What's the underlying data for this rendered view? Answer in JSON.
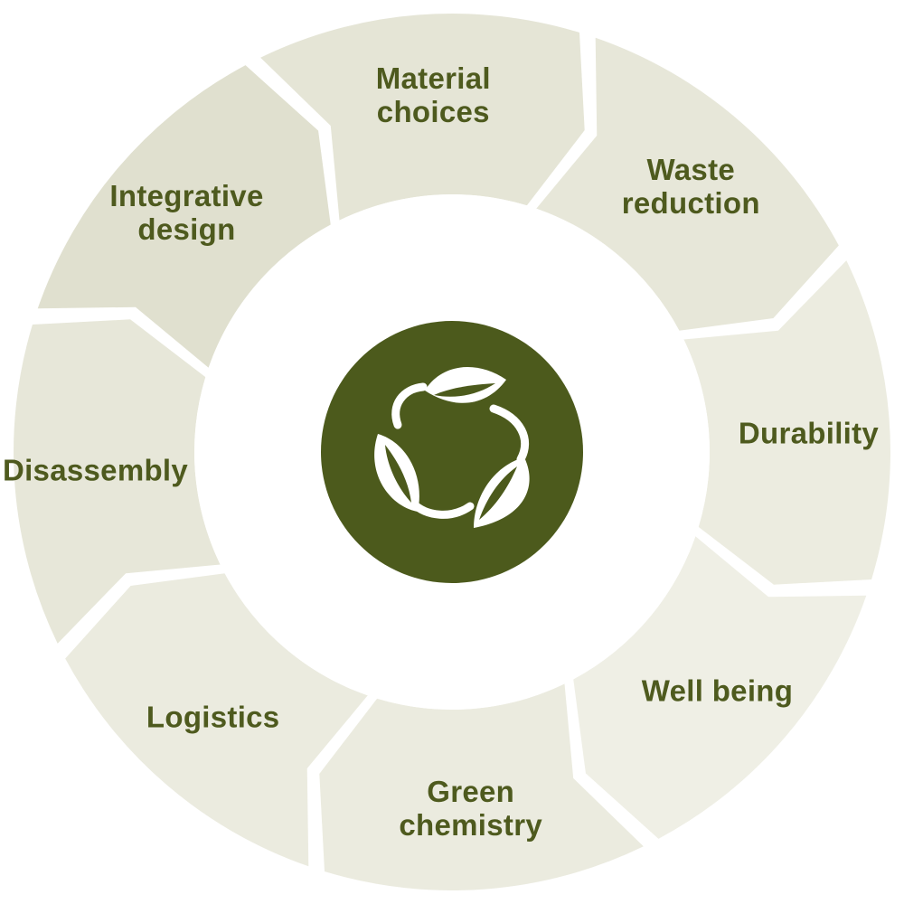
{
  "center_icon": {
    "name": "recycle-leaves-icon",
    "color": "#4c5a1c"
  },
  "segments": [
    {
      "id": "waste-reduction",
      "lines": [
        "Waste",
        "reduction"
      ],
      "fill": "#e7e7d9"
    },
    {
      "id": "durability",
      "lines": [
        "Durability"
      ],
      "fill": "#ecece0"
    },
    {
      "id": "well-being",
      "lines": [
        "Well being"
      ],
      "fill": "#efefe5"
    },
    {
      "id": "green-chemistry",
      "lines": [
        "Green",
        "chemistry"
      ],
      "fill": "#ebebdf"
    },
    {
      "id": "logistics",
      "lines": [
        "Logistics"
      ],
      "fill": "#ebebdf"
    },
    {
      "id": "disassembly",
      "lines": [
        "Disassembly"
      ],
      "fill": "#e7e7d9"
    },
    {
      "id": "integrative-design",
      "lines": [
        "Integrative",
        "design"
      ],
      "fill": "#e0e0cf"
    },
    {
      "id": "material-choices",
      "lines": [
        "Material",
        "choices"
      ],
      "fill": "#e5e5d6"
    }
  ],
  "colors": {
    "text": "#4e5a1e",
    "background": "#ffffff"
  }
}
